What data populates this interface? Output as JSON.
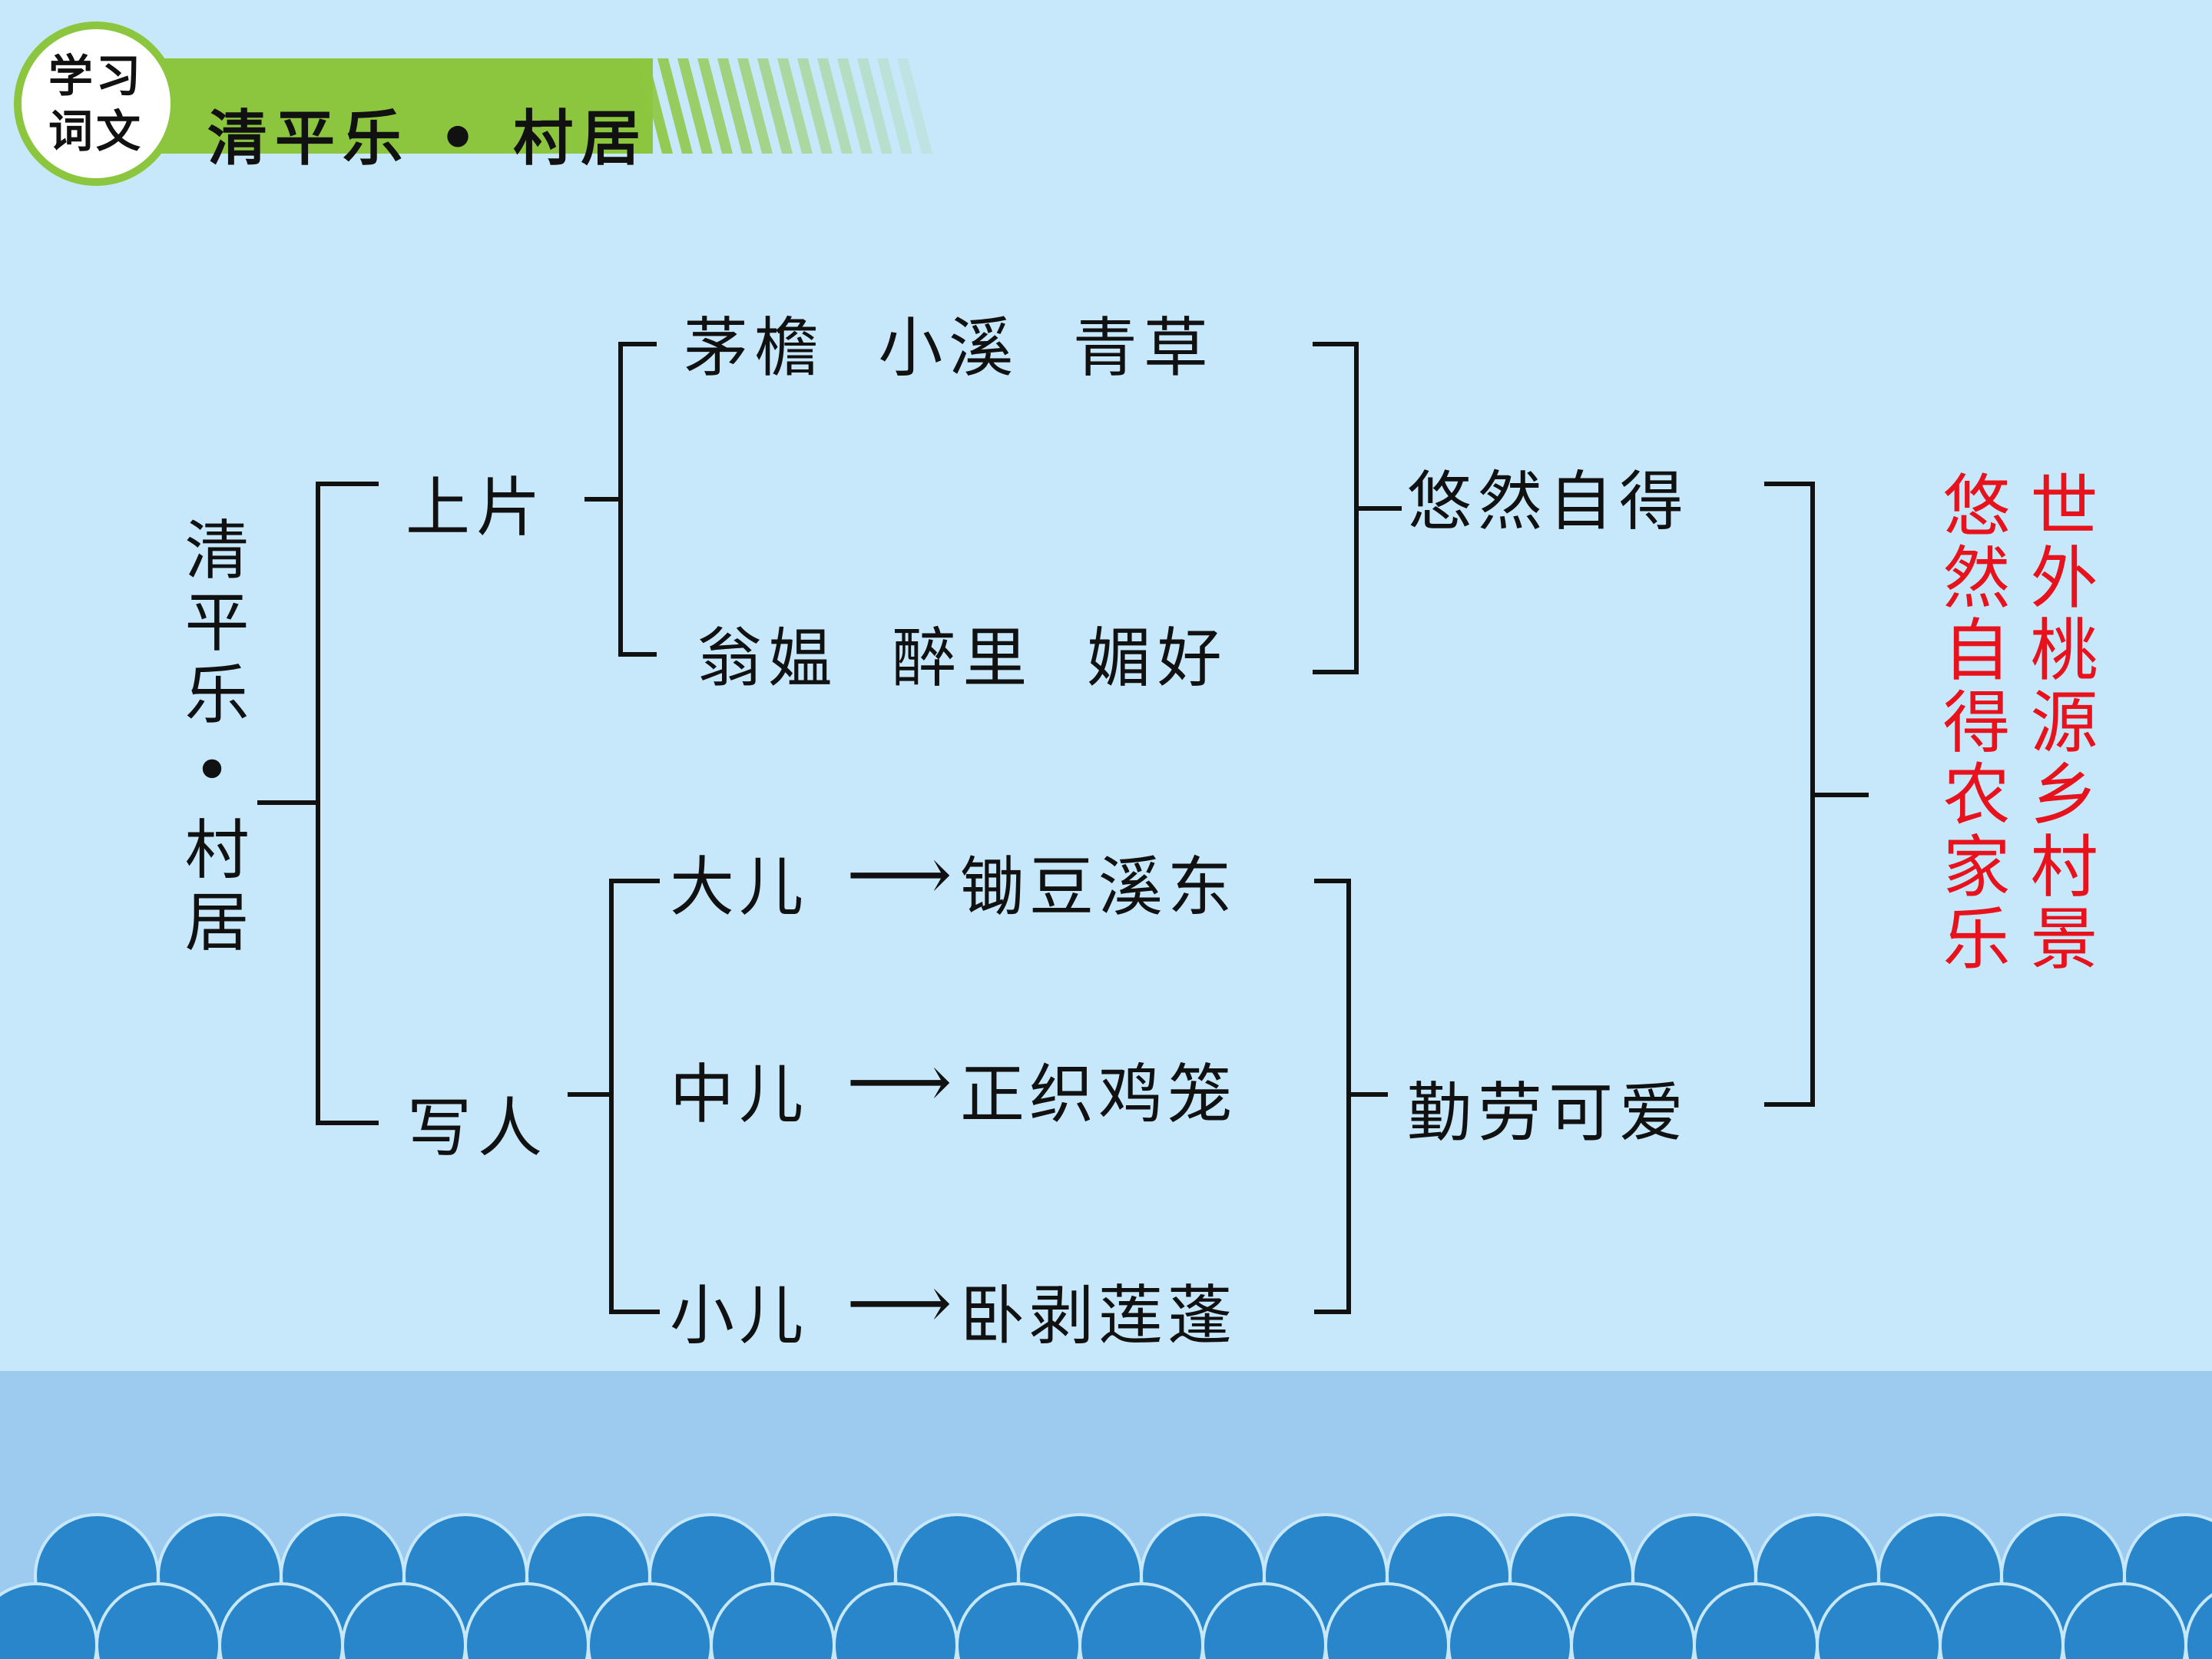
{
  "badge": {
    "line1": "学习",
    "line2": "词文"
  },
  "header": {
    "title": "清平乐 • 村居"
  },
  "colors": {
    "background": "#c6e8fa",
    "green": "#8cc63f",
    "wave_dark": "#2a86ca",
    "wave_light": "#9dcbef",
    "red": "#e8121c"
  },
  "diagram": {
    "root": "清平乐•村居",
    "upper": {
      "label": "上片",
      "scene_1": "茅檐  小溪  青草",
      "scene_2": "翁媪  醉里  媚好",
      "summary": "悠然自得"
    },
    "people": {
      "label": "写人",
      "rows": [
        {
          "who": "大儿",
          "arrow": "⟶",
          "does": "锄豆溪东"
        },
        {
          "who": "中儿",
          "arrow": "⟶",
          "does": "正织鸡笼"
        },
        {
          "who": "小儿",
          "arrow": "⟶",
          "does": "卧剥莲蓬"
        }
      ],
      "summary": "勤劳可爱"
    },
    "conclusion": {
      "col_right": "世外桃源乡村景",
      "col_left": "悠然自得农家乐"
    }
  }
}
